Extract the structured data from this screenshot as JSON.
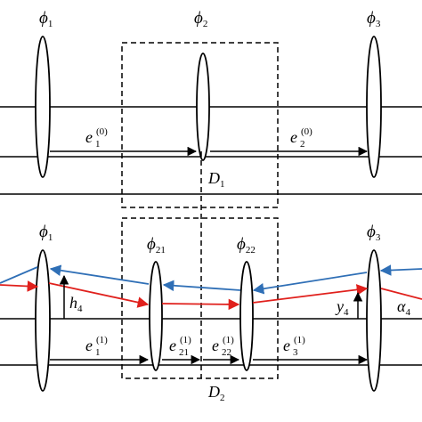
{
  "colors": {
    "axis": "#000000",
    "forward_ray": "#e0201c",
    "backward_ray": "#2f6fb6",
    "lens_fill": "#ffffff"
  },
  "top": {
    "lens_labels": [
      {
        "sym": "ϕ",
        "sub": "1"
      },
      {
        "sym": "ϕ",
        "sub": "2"
      },
      {
        "sym": "ϕ",
        "sub": "3"
      }
    ],
    "spacings": [
      {
        "sym": "e",
        "sub": "1",
        "sup": "(0)"
      },
      {
        "sym": "e",
        "sub": "2",
        "sup": "(0)"
      }
    ],
    "box_label": {
      "sym": "D",
      "sub": "1"
    }
  },
  "bottom": {
    "lens_labels": [
      {
        "sym": "ϕ",
        "sub": "1"
      },
      {
        "sym": "ϕ",
        "sub": "21"
      },
      {
        "sym": "ϕ",
        "sub": "22"
      },
      {
        "sym": "ϕ",
        "sub": "3"
      }
    ],
    "spacings": [
      {
        "sym": "e",
        "sub": "1",
        "sup": "(1)"
      },
      {
        "sym": "e",
        "sub": "21",
        "sup": "(1)"
      },
      {
        "sym": "e",
        "sub": "22",
        "sup": "(1)"
      },
      {
        "sym": "e",
        "sub": "3",
        "sup": "(1)"
      }
    ],
    "height_labels": [
      {
        "sym": "h",
        "sub": "4"
      },
      {
        "sym": "y",
        "sub": "4"
      },
      {
        "sym": "α",
        "sub": "4"
      }
    ],
    "box_label": {
      "sym": "D",
      "sub": "2"
    }
  }
}
